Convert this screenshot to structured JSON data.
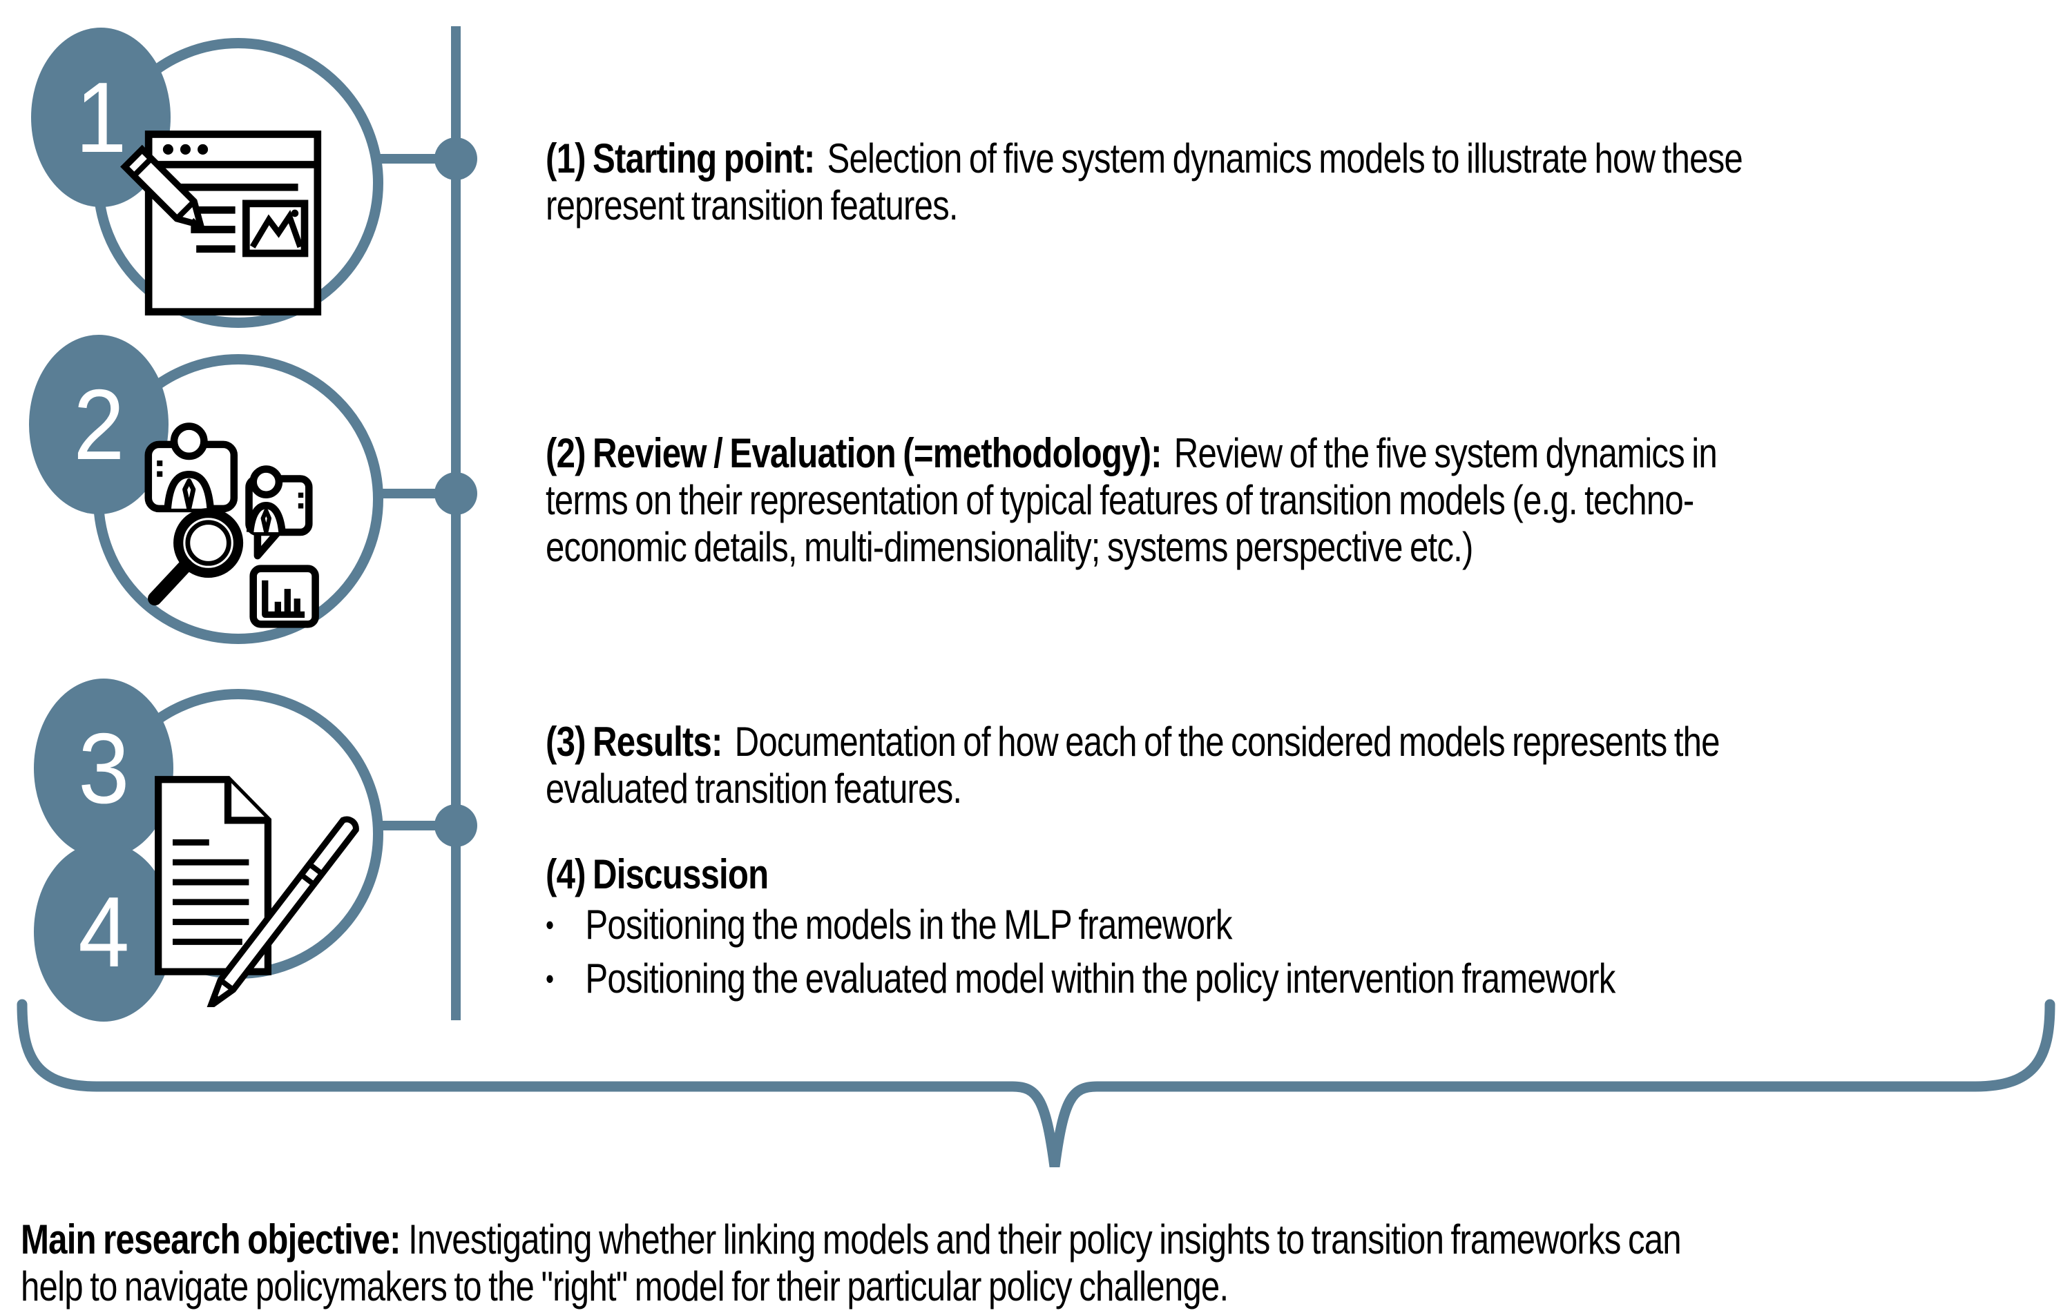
{
  "palette": {
    "accent": "#5a7e95",
    "icon_stroke": "#000000",
    "text_color": "#000000",
    "background": "#ffffff"
  },
  "steps": [
    {
      "badges": [
        "1"
      ],
      "icon": "webpage-edit-icon",
      "heading": "(1) Starting point:",
      "body_lines": [
        "Selection of five system dynamics models to illustrate how these",
        "represent transition features."
      ]
    },
    {
      "badges": [
        "2"
      ],
      "icon": "people-review-magnifier-icon",
      "heading": "(2) Review / Evaluation (=methodology):",
      "body_lines": [
        "Review of the five system dynamics in",
        "terms on their representation of typical features of transition models (e.g. techno-",
        "economic details, multi-dimensionality; systems perspective etc.)"
      ]
    },
    {
      "badges": [
        "3",
        "4"
      ],
      "icon": "document-pen-icon",
      "heading": "(3) Results:",
      "body_lines": [
        "Documentation of how each of the considered models represents the",
        "evaluated transition features."
      ],
      "discussion": {
        "heading": "(4) Discussion",
        "bullet_glyph": "•",
        "bullets": [
          "Positioning the models in the MLP framework",
          "Positioning the evaluated model within the policy intervention framework"
        ]
      }
    }
  ],
  "objective": {
    "heading": "Main research objective:",
    "body_lines": [
      "Investigating whether linking models and their policy insights to transition frameworks can",
      "help to navigate policymakers to the \"right\" model for their particular policy challenge."
    ]
  }
}
